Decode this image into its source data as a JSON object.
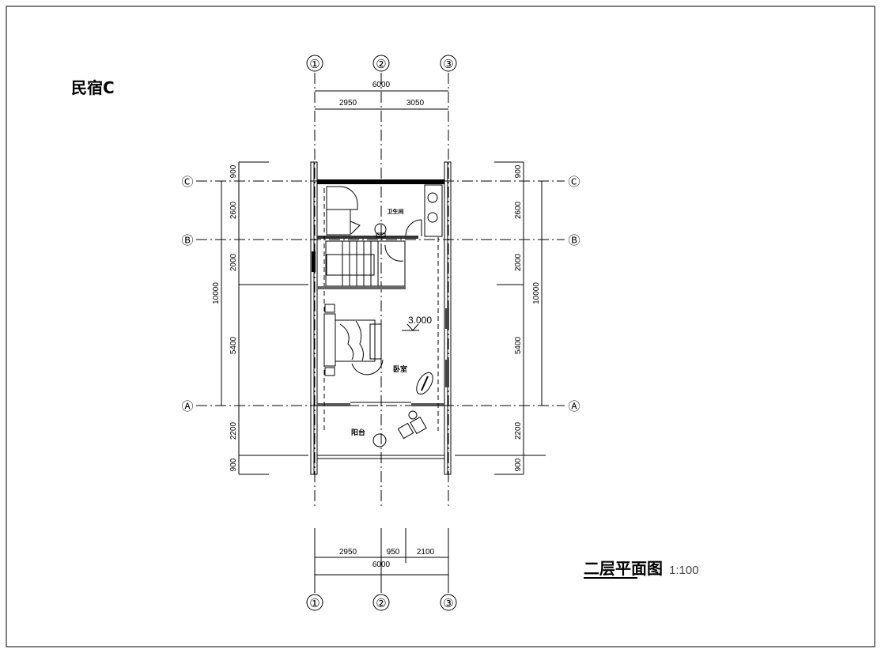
{
  "title": "民宿C",
  "drawing_title": "二层平面图",
  "scale": "1:100",
  "axes": {
    "cols": [
      "①",
      "②",
      "③"
    ],
    "rows": [
      "Ⓒ",
      "Ⓑ",
      "Ⓐ"
    ]
  },
  "top_dims": {
    "total": "6000",
    "seg1": "2950",
    "seg2": "3050"
  },
  "bottom_dims": {
    "total": "6000",
    "seg1": "2950",
    "seg2": "950",
    "seg3": "2100"
  },
  "side_dims": {
    "d1": "900",
    "d2": "2600",
    "d3": "2000",
    "d4": "5400",
    "d5": "2200",
    "d6": "900",
    "total": "10000"
  },
  "rooms": {
    "bathroom": "卫生间",
    "bedroom": "卧室",
    "balcony": "阳台"
  },
  "elevation": "3.000"
}
